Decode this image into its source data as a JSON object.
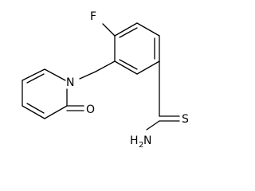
{
  "molecule": {
    "atoms": {
      "fluorine": "F",
      "nitrogen": "N",
      "oxygen": "O",
      "sulfur": "S",
      "amine": {
        "element": "H",
        "count": "2",
        "suffix": "N"
      }
    },
    "colors": {
      "ink": "#000000",
      "background": "#ffffff"
    }
  }
}
